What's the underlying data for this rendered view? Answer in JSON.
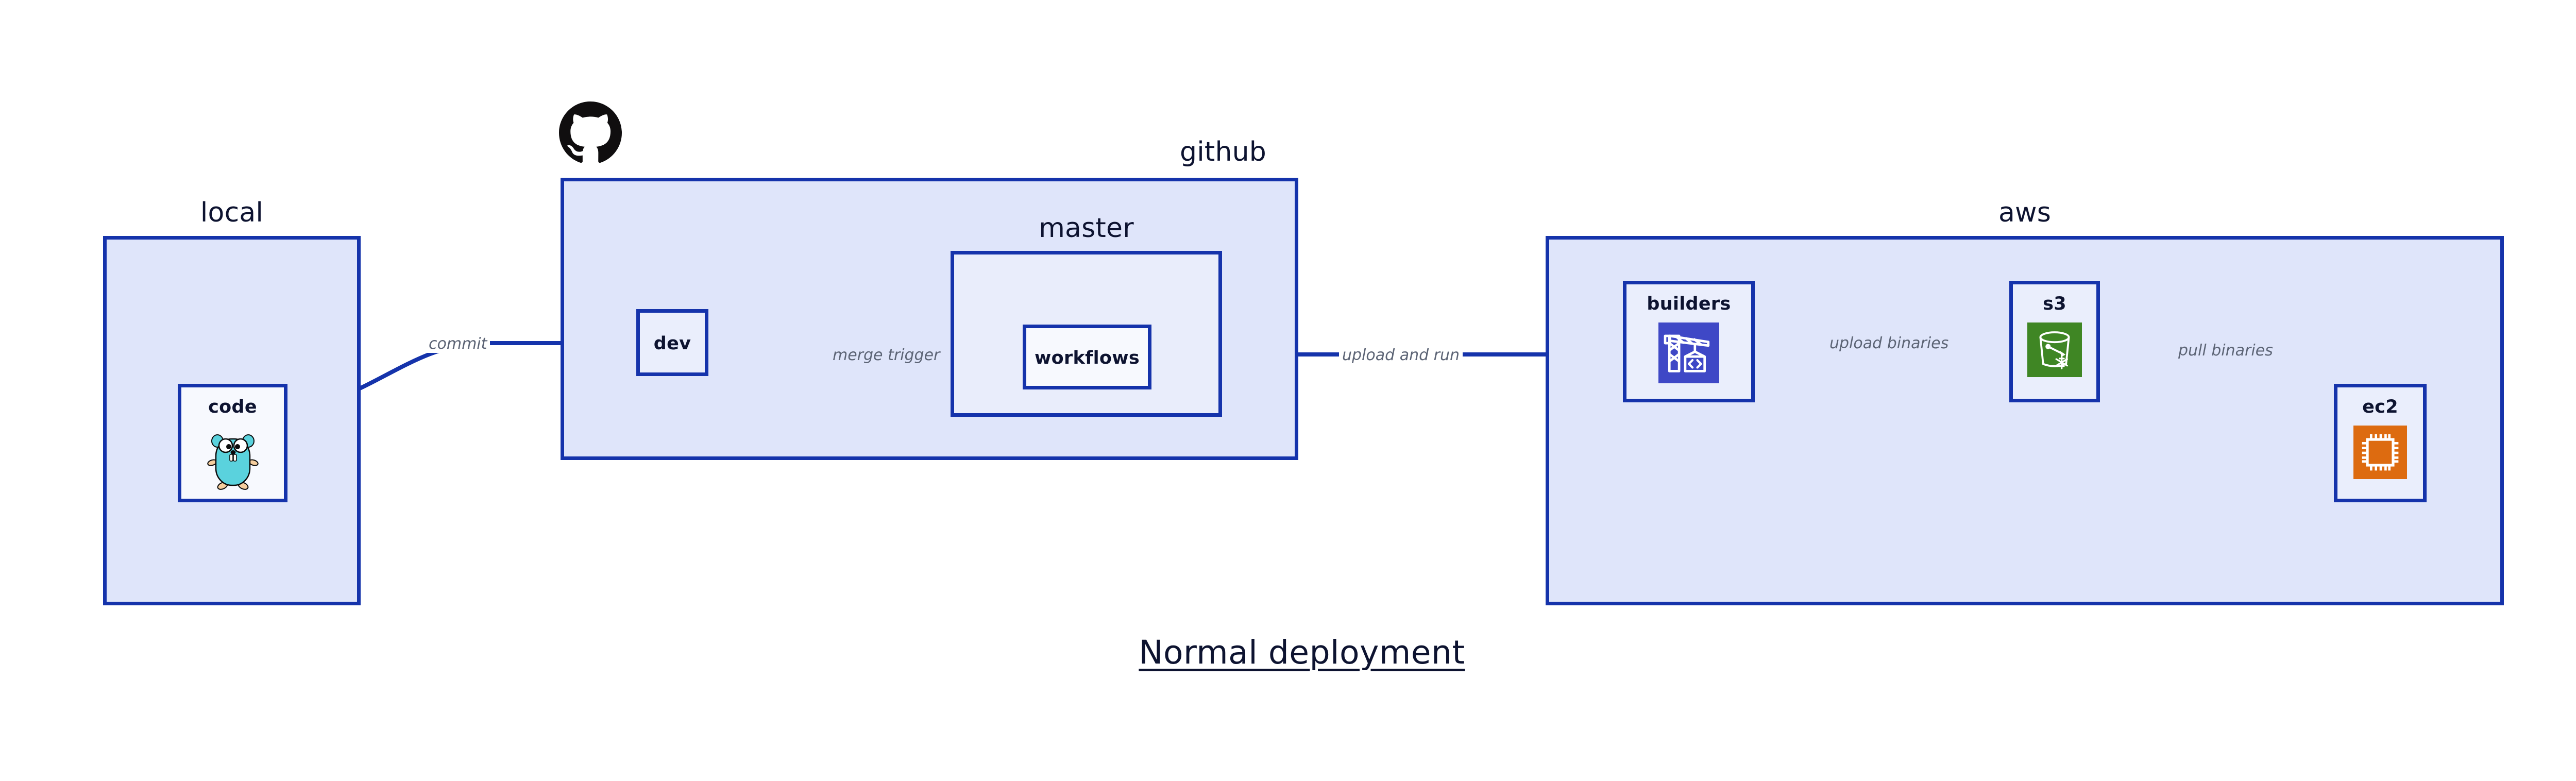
{
  "title": "Normal deployment",
  "colors": {
    "border": "#1533ab",
    "container_fill": "#dfe5fa",
    "subcontainer_fill": "#e9edfb",
    "node_fill": "#eaeefc",
    "node_fill_white": "#f7f9fe",
    "edge_label": "#5c6475",
    "text": "#0d1330",
    "builders_icon_bg": "#3f48c6",
    "s3_icon_bg": "#3f8624",
    "ec2_icon_bg": "#dd6b10",
    "gopher_body": "#5ad2dd",
    "github_logo": "#100e0f"
  },
  "groups": [
    {
      "id": "local",
      "label": "local",
      "label_align": "center"
    },
    {
      "id": "github",
      "label": "github",
      "label_align": "right"
    },
    {
      "id": "master",
      "label": "master",
      "label_align": "center"
    },
    {
      "id": "aws",
      "label": "aws",
      "label_align": "center"
    }
  ],
  "nodes": [
    {
      "id": "code",
      "label": "code",
      "icon": "go-gopher-icon"
    },
    {
      "id": "dev",
      "label": "dev",
      "icon": null
    },
    {
      "id": "workflows",
      "label": "workflows",
      "icon": null
    },
    {
      "id": "builders",
      "label": "builders",
      "icon": "aws-codebuild-crane-icon"
    },
    {
      "id": "s3",
      "label": "s3",
      "icon": "aws-s3-glacier-bucket-icon"
    },
    {
      "id": "ec2",
      "label": "ec2",
      "icon": "aws-ec2-chip-icon"
    }
  ],
  "edges": [
    {
      "id": "commit",
      "from": "code",
      "to": "dev",
      "label": "commit"
    },
    {
      "id": "merge-trigger",
      "from": "dev",
      "to": "workflows",
      "label": "merge trigger"
    },
    {
      "id": "upload-and-run",
      "from": "workflows",
      "to": "builders",
      "label": "upload and run"
    },
    {
      "id": "upload-binaries",
      "from": "builders",
      "to": "s3",
      "label": "upload binaries"
    },
    {
      "id": "pull-binaries",
      "from": "s3",
      "to": "ec2",
      "label": "pull binaries"
    }
  ],
  "logos": [
    {
      "id": "github-logo",
      "name": "github-octocat-logo"
    }
  ]
}
